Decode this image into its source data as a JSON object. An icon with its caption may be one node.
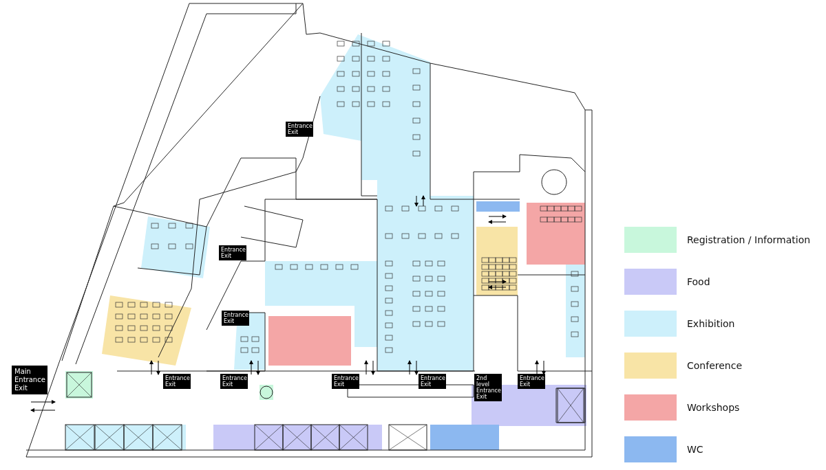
{
  "diagram": {
    "labels": [
      "Entrance Exit",
      "Entrance Exit",
      "Entrance Exit",
      "Main Entrance Exit",
      "Entrance Exit",
      "Entrance Exit",
      "Entrance Exit",
      "Entrance Exit",
      "2nd level Entrance Exit",
      "Entrance Exit"
    ],
    "legend": [
      {
        "text": "Registration / Information",
        "color": "#c8f7dc"
      },
      {
        "text": "Food",
        "color": "#c9c9f7"
      },
      {
        "text": "Exhibition",
        "color": "#cdf0fb"
      },
      {
        "text": "Conference",
        "color": "#f8e4a6"
      },
      {
        "text": "Workshops",
        "color": "#f4a6a6"
      },
      {
        "text": "WC",
        "color": "#8cb8f0"
      }
    ]
  }
}
